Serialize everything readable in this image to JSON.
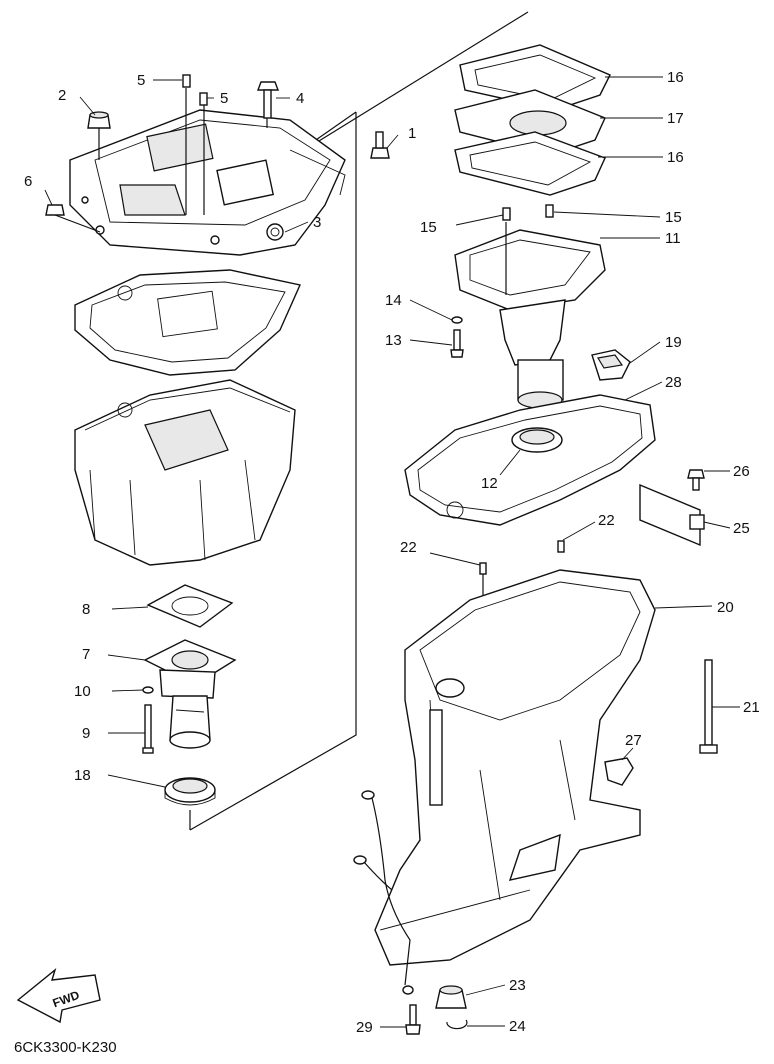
{
  "diagram": {
    "code": "6CK3300-K230",
    "fwd_label": "FWD",
    "callouts": [
      "1",
      "2",
      "3",
      "4",
      "5",
      "5",
      "6",
      "7",
      "8",
      "9",
      "10",
      "11",
      "12",
      "13",
      "14",
      "15",
      "15",
      "16",
      "16",
      "17",
      "18",
      "19",
      "20",
      "21",
      "22",
      "22",
      "23",
      "24",
      "25",
      "26",
      "27",
      "28",
      "29"
    ]
  },
  "colors": {
    "ink": "#111111",
    "paper": "#ffffff"
  }
}
